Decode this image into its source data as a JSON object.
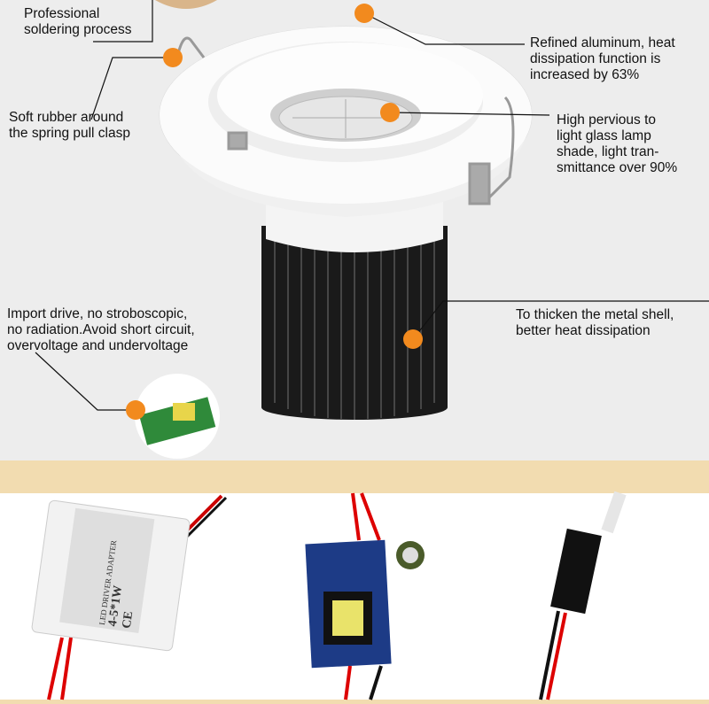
{
  "callouts": {
    "soldering": "Professional\nsoldering process",
    "rubber": "Soft rubber around\nthe spring pull clasp",
    "aluminum": "Refined aluminum, heat\ndissipation function is\nincreased by 63%",
    "glass": "High pervious to\nlight glass lamp\nshade, light tran-\nsmittance over 90%",
    "drive": "Import drive, no stroboscopic,\nno radiation.Avoid short circuit,\novervoltage and undervoltage",
    "shell": "To thicken the metal shell,\nbetter heat dissipation"
  },
  "driver_label": {
    "title": "LED DRIVER ADAPTER",
    "power": "4-5*1W",
    "mark": "CE"
  },
  "colors": {
    "dot": "#f28a1e",
    "band": "#f2dcb0",
    "background": "#ededed"
  }
}
